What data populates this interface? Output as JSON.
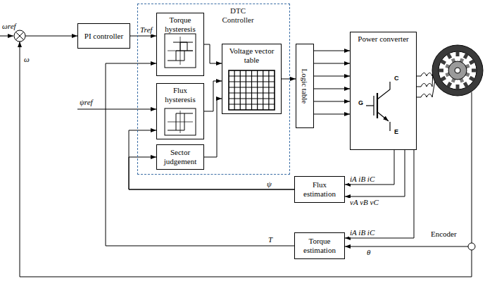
{
  "diagram": {
    "nodes": [
      {
        "text": [
          "PI controller"
        ]
      },
      {
        "text": [
          "DTC Controller"
        ]
      },
      {
        "text": [
          "Torque hysteresis"
        ],
        "in": 1
      },
      {
        "text": [
          "Flux hysteresis"
        ],
        "in": 1
      },
      {
        "text": [
          "Sector judgement"
        ],
        "in": 1
      },
      {
        "text": [
          "Voltage vector table"
        ],
        "in": 1
      },
      {
        "text": [
          "Logic table"
        ]
      },
      {
        "text": [
          "Power converter"
        ]
      },
      {
        "text": [
          "Flux estimation"
        ]
      },
      {
        "text": [
          "Torque estimation"
        ]
      },
      {
        "text": [
          "Encoder"
        ]
      }
    ],
    "edges": [
      {
        "from": 0,
        "to": 2,
        "arrow": "to",
        "label": "Tref"
      },
      {
        "from": 9,
        "to": 2,
        "arrow": "to",
        "label": "T"
      },
      {
        "from": 8,
        "to": 3,
        "arrow": "to",
        "label": "ψ"
      },
      {
        "from": 8,
        "to": 4,
        "arrow": "to"
      },
      {
        "from": 2,
        "to": 5,
        "arrow": "to"
      },
      {
        "from": 3,
        "to": 5,
        "arrow": "to"
      },
      {
        "from": 4,
        "to": 5,
        "arrow": "to"
      },
      {
        "from": 5,
        "to": 6,
        "arrow": "to"
      },
      {
        "from": 6,
        "to": 7,
        "arrow": "to"
      },
      {
        "from": 7,
        "to": 8,
        "arrow": "to",
        "label": "iA iB iC"
      },
      {
        "from": 7,
        "to": 8,
        "arrow": "to",
        "label": "vA vB vC"
      },
      {
        "from": 7,
        "to": 9,
        "arrow": "to",
        "label": "iA iB iC"
      },
      {
        "from": 10,
        "to": 9,
        "arrow": "to",
        "label": "θ"
      }
    ],
    "labels": [
      "ωref",
      "ω",
      "ψref",
      "G",
      "C",
      "E"
    ]
  }
}
